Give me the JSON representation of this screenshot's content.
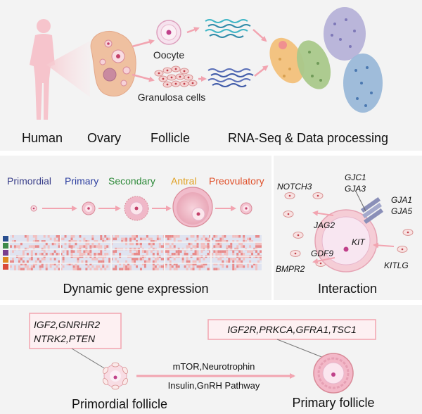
{
  "top": {
    "labels": {
      "oocyte": "Oocyte",
      "granulosa": "Granulosa cells"
    },
    "steps": [
      "Human",
      "Ovary",
      "Follicle",
      "RNA-Seq & Data processing"
    ]
  },
  "middle": {
    "stages": [
      {
        "label": "Primordial",
        "color": "#3a3f8a"
      },
      {
        "label": "Primary",
        "color": "#2d3fa0"
      },
      {
        "label": "Secondary",
        "color": "#2e8a3a"
      },
      {
        "label": "Antral",
        "color": "#e0a020"
      },
      {
        "label": "Preovulatory",
        "color": "#e0502a"
      }
    ],
    "heatmap_row_colors": [
      "#2a4f8f",
      "#3e8a4a",
      "#7a3f8f",
      "#e08a20",
      "#d94a3a"
    ],
    "caption": "Dynamic gene expression"
  },
  "interaction": {
    "genes": [
      "NOTCH3",
      "GJC1",
      "GJA3",
      "GJA1",
      "GJA5",
      "JAG2",
      "KIT",
      "GDF9",
      "BMPR2",
      "KITLG"
    ],
    "caption": "Interaction"
  },
  "bottom": {
    "box_left_lines": [
      "IGF2,GNRHR2",
      "NTRK2,PTEN"
    ],
    "box_right": "IGF2R,PRKCA,GFRA1,TSC1",
    "pathway_lines": [
      "mTOR,Neurotrophin",
      "Insulin,GnRH Pathway"
    ],
    "primordial_label": "Primordial follicle",
    "primary_label": "Primary follicle"
  }
}
